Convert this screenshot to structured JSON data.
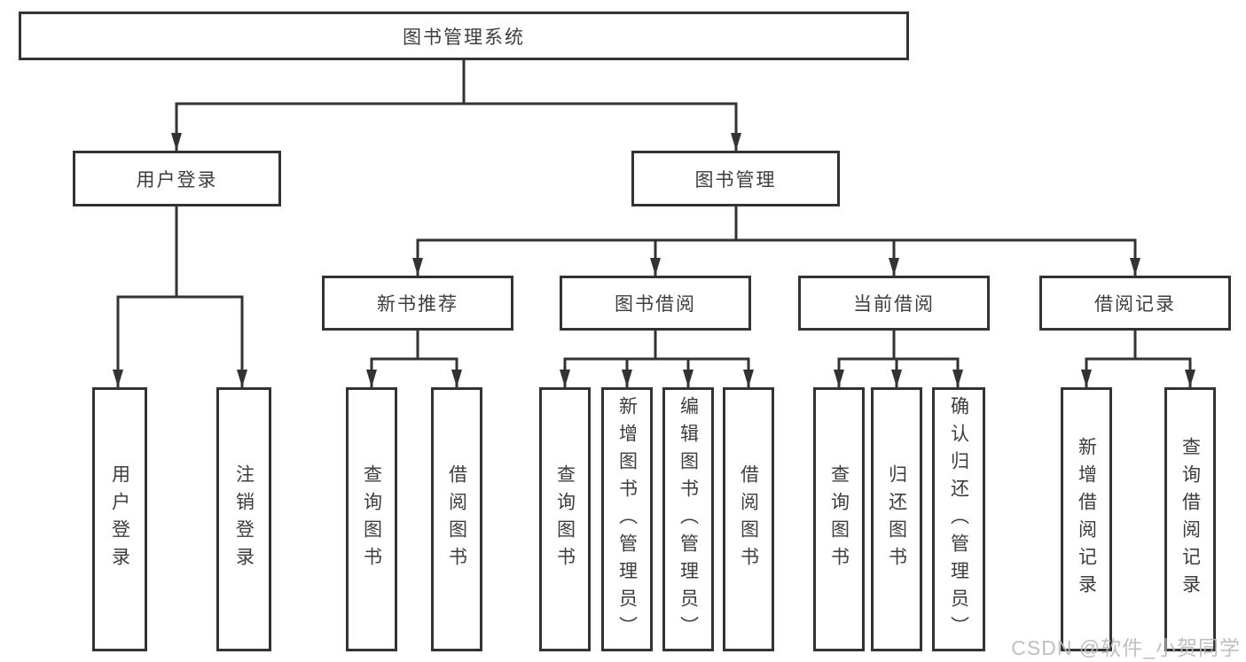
{
  "diagram": {
    "watermark": "CSDN @软件_小贺同学",
    "colors": {
      "line": "#333333",
      "box_border": "#333333",
      "text": "#3d3d3d",
      "watermark": "#b9b9b9",
      "background": "#ffffff"
    },
    "tree": {
      "label": "图书管理系统",
      "children": [
        {
          "label": "用户登录",
          "children": [
            {
              "label": "用户登录"
            },
            {
              "label": "注销登录"
            }
          ]
        },
        {
          "label": "图书管理",
          "children": [
            {
              "label": "新书推荐",
              "children": [
                {
                  "label": "查询图书"
                },
                {
                  "label": "借阅图书"
                }
              ]
            },
            {
              "label": "图书借阅",
              "children": [
                {
                  "label": "查询图书"
                },
                {
                  "label": "新增图书（管理员）"
                },
                {
                  "label": "编辑图书（管理员）"
                },
                {
                  "label": "借阅图书"
                }
              ]
            },
            {
              "label": "当前借阅",
              "children": [
                {
                  "label": "查询图书"
                },
                {
                  "label": "归还图书"
                },
                {
                  "label": "确认归还（管理员）"
                }
              ]
            },
            {
              "label": "借阅记录",
              "children": [
                {
                  "label": "新增借阅记录"
                },
                {
                  "label": "查询借阅记录"
                }
              ]
            }
          ]
        }
      ]
    }
  }
}
